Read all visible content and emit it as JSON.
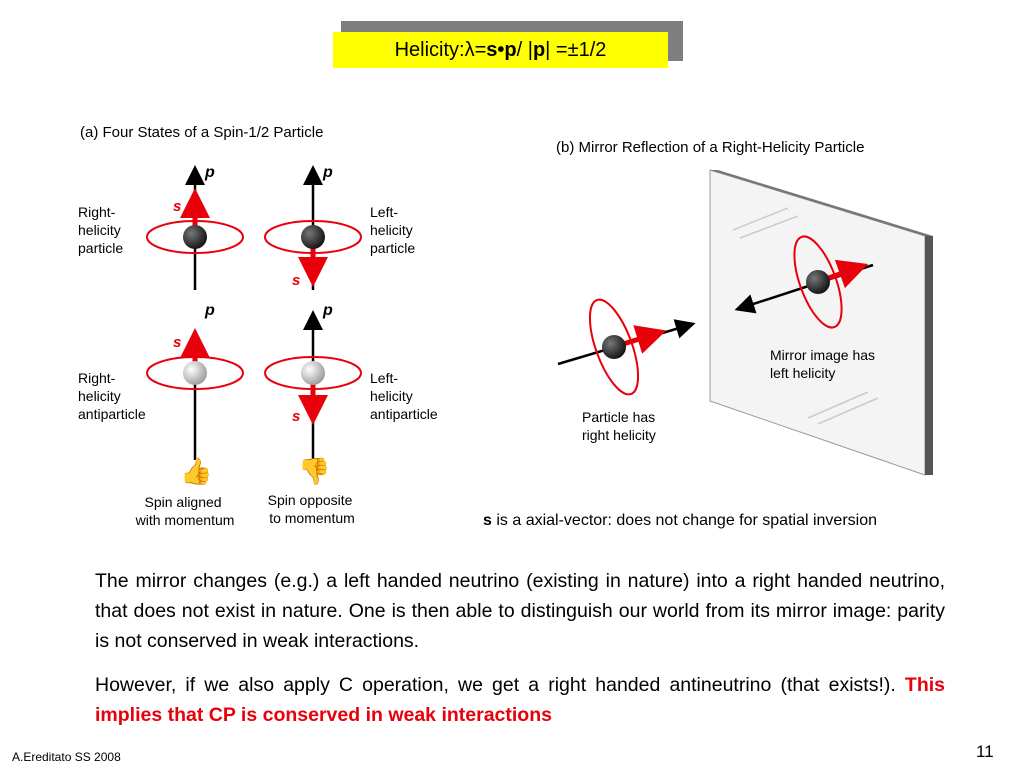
{
  "title": {
    "prefix": "Helicity: ",
    "lambda": "λ",
    "eq1": " = ",
    "s": "s",
    "dot": " • ",
    "p1": "p",
    "slash": " / | ",
    "p2": "p",
    "bar": " | = ",
    "pm": "±",
    "value": " 1/2"
  },
  "figure_a": {
    "heading": "(a)  Four States of a Spin-1/2 Particle",
    "p_label": "p",
    "s_label": "s",
    "right_helicity_particle": [
      "Right-",
      "helicity",
      "particle"
    ],
    "left_helicity_particle": [
      "Left-",
      "helicity",
      "particle"
    ],
    "right_helicity_antiparticle": [
      "Right-",
      "helicity",
      "antiparticle"
    ],
    "left_helicity_antiparticle": [
      "Left-",
      "helicity",
      "antiparticle"
    ],
    "spin_aligned": [
      "Spin aligned",
      "with momentum"
    ],
    "spin_opposite": [
      "Spin opposite",
      "to momentum"
    ]
  },
  "figure_b": {
    "heading": "(b)  Mirror Reflection of a Right-Helicity Particle",
    "mirror_label": [
      "Mirror image has",
      "left helicity"
    ],
    "particle_label": [
      "Particle has",
      "right helicity"
    ]
  },
  "caption": {
    "bold": "s",
    "rest": " is a axial-vector: does not change for spatial inversion"
  },
  "paragraphs": {
    "p1": "The mirror changes (e.g.) a left handed neutrino (existing in nature) into a right handed neutrino, that does not exist in nature. One is then able to distinguish our world from its mirror image: parity is not conserved in weak interactions.",
    "p2_plain": "However, if we also apply C operation, we get a right handed antineutrino (that exists!). ",
    "p2_red": "This implies that CP is conserved in weak interactions"
  },
  "footer": "A.Ereditato SS 2008",
  "page_number": "11",
  "colors": {
    "title_bg": "#ffff00",
    "title_shadow": "#7f7f7f",
    "accent_red": "#e8000b"
  }
}
